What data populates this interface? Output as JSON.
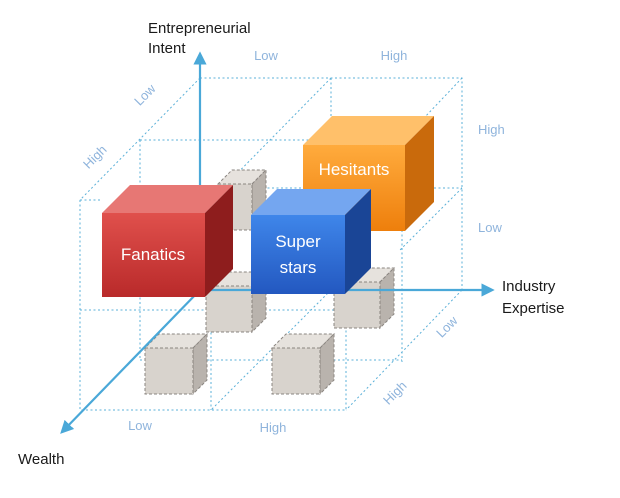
{
  "axes": {
    "y_title": [
      "Entrepreneurial",
      "Intent"
    ],
    "x_title": [
      "Industry",
      "Expertise"
    ],
    "z_title": "Wealth"
  },
  "ticks": {
    "top_low": "Low",
    "top_high": "High",
    "left_low": "Low",
    "left_high": "High",
    "right_high": "High",
    "right_low": "Low",
    "diag_low": "Low",
    "diag_high": "High",
    "bottom_low": "Low",
    "bottom_high": "High"
  },
  "segments": {
    "hesitants": {
      "label": "Hesitants",
      "color": "#f5901e"
    },
    "fanatics": {
      "label": "Fanatics",
      "color": "#d23a3a"
    },
    "superstars": {
      "label_lines": [
        "Super",
        "stars"
      ],
      "color": "#2f6fd6"
    }
  },
  "colors": {
    "axis": "#4aa8d8",
    "grid": "#5bb0d8",
    "ghost_cube": "#d8d3cd",
    "tick_text": "#8fb4dc"
  }
}
